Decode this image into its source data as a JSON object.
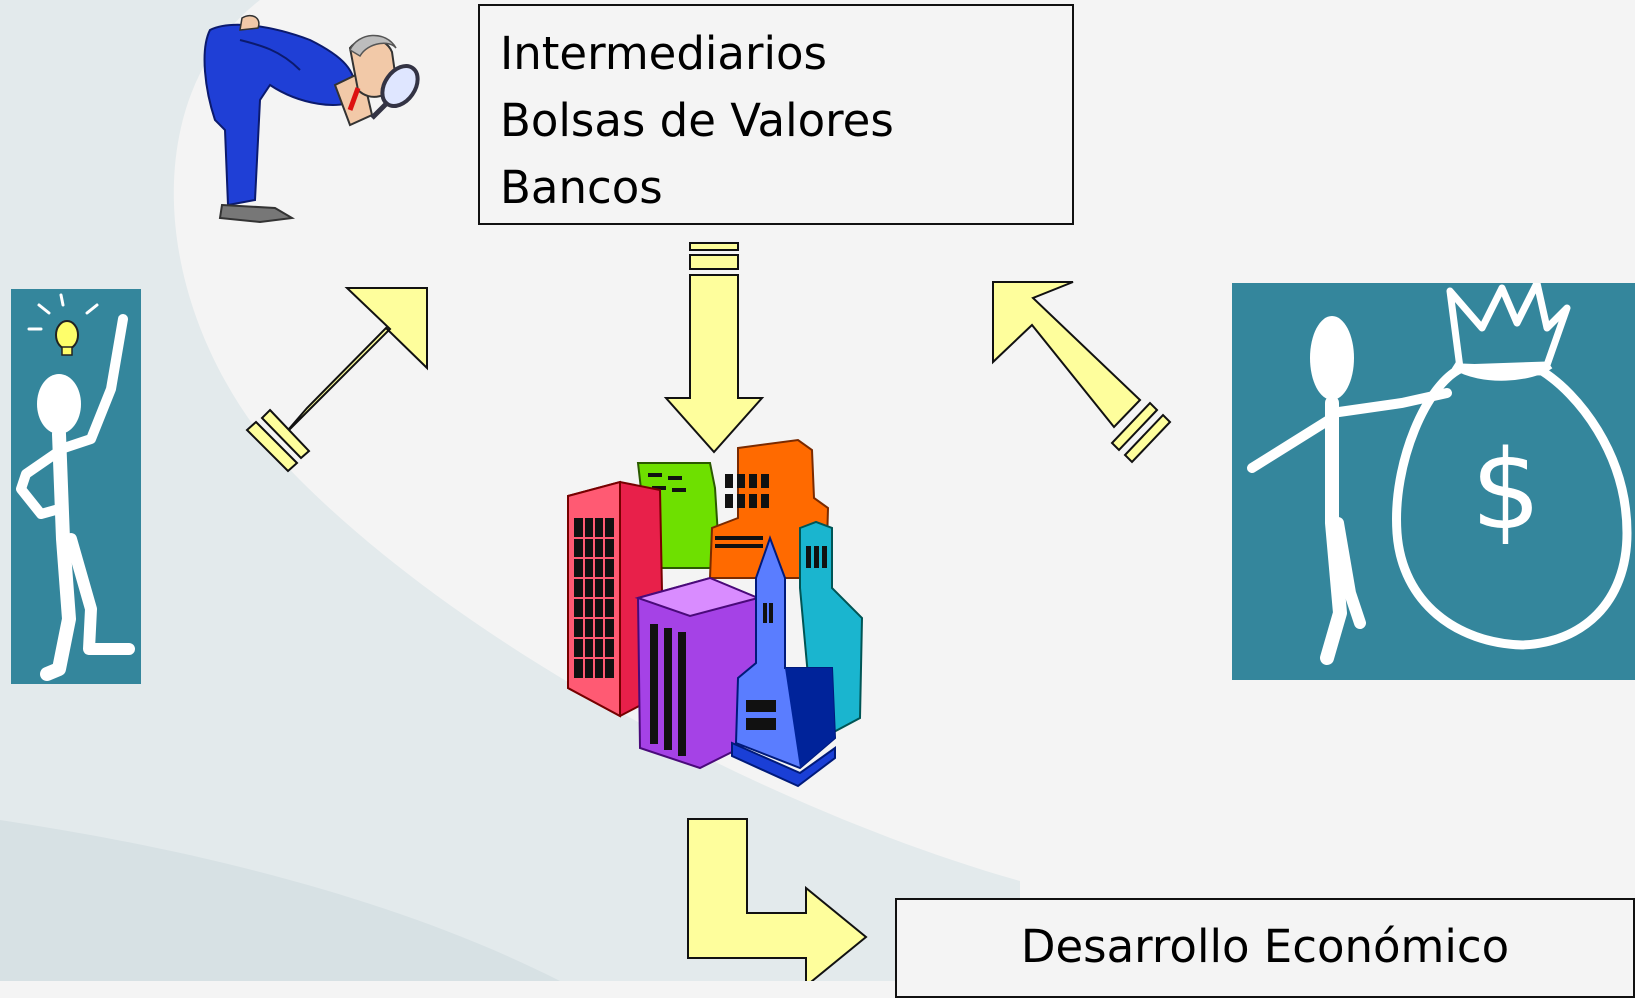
{
  "intermediaries_box": {
    "lines": [
      "Intermediarios",
      "Bolsas de Valores",
      "Bancos"
    ]
  },
  "outcome_box": {
    "label": "Desarrollo Económico"
  },
  "colors": {
    "background": "#f4f4f4",
    "swoosh": "#e3eaec",
    "arrow_fill": "#fefe9c",
    "panel_teal": "#34869c"
  },
  "illustrations": [
    "idea-person-icon",
    "inspector-magnifier-icon",
    "city-buildings-icon",
    "investor-money-bag-icon"
  ]
}
